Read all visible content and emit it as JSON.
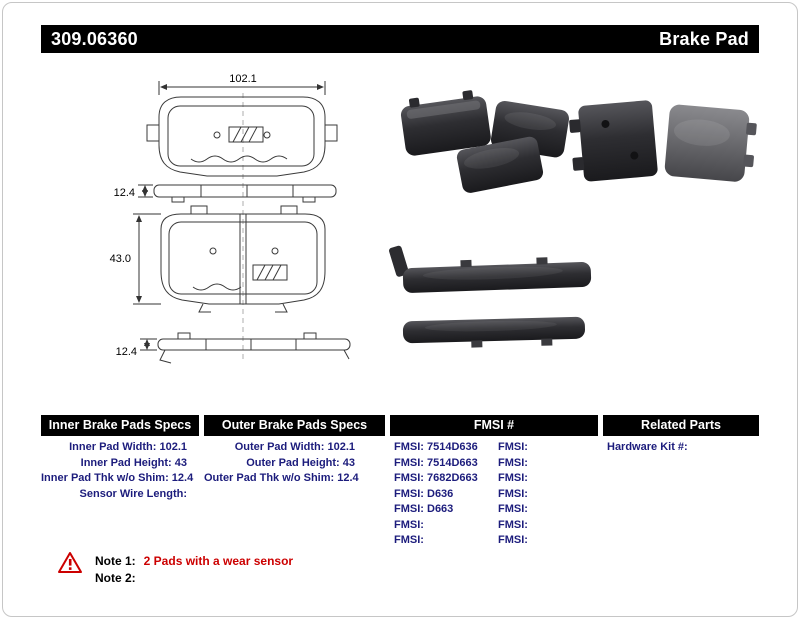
{
  "header": {
    "part_number": "309.06360",
    "title": "Brake Pad"
  },
  "diagram": {
    "dims": {
      "width": "102.1",
      "thk_top": "12.4",
      "height": "43.0",
      "thk_bottom": "12.4"
    }
  },
  "specs": {
    "inner": {
      "header": "Inner Brake Pads Specs",
      "rows": [
        "Inner Pad Width: 102.1",
        "Inner Pad Height: 43",
        "Inner Pad Thk w/o Shim: 12.4",
        "Sensor Wire Length:"
      ]
    },
    "outer": {
      "header": "Outer Brake Pads Specs",
      "rows": [
        "Outer Pad Width: 102.1",
        "Outer Pad Height: 43",
        "Outer Pad Thk w/o Shim: 12.4"
      ]
    },
    "fmsi": {
      "header": "FMSI #",
      "col1": [
        "FMSI:  7514D636",
        "FMSI:  7514D663",
        "FMSI:  7682D663",
        "FMSI:  D636",
        "FMSI:  D663",
        "FMSI:",
        "FMSI:"
      ],
      "col2": [
        "FMSI:",
        "FMSI:",
        "FMSI:",
        "FMSI:",
        "FMSI:",
        "FMSI:",
        "FMSI:"
      ]
    },
    "related": {
      "header": "Related Parts",
      "rows": [
        "Hardware Kit #:"
      ]
    }
  },
  "notes": {
    "note1_label": "Note 1:",
    "note1_text": "2 Pads with a wear sensor",
    "note2_label": "Note 2:",
    "note2_text": ""
  },
  "colors": {
    "bar": "#000000",
    "spec_text": "#1c1c7c",
    "note_red": "#cc0000"
  }
}
